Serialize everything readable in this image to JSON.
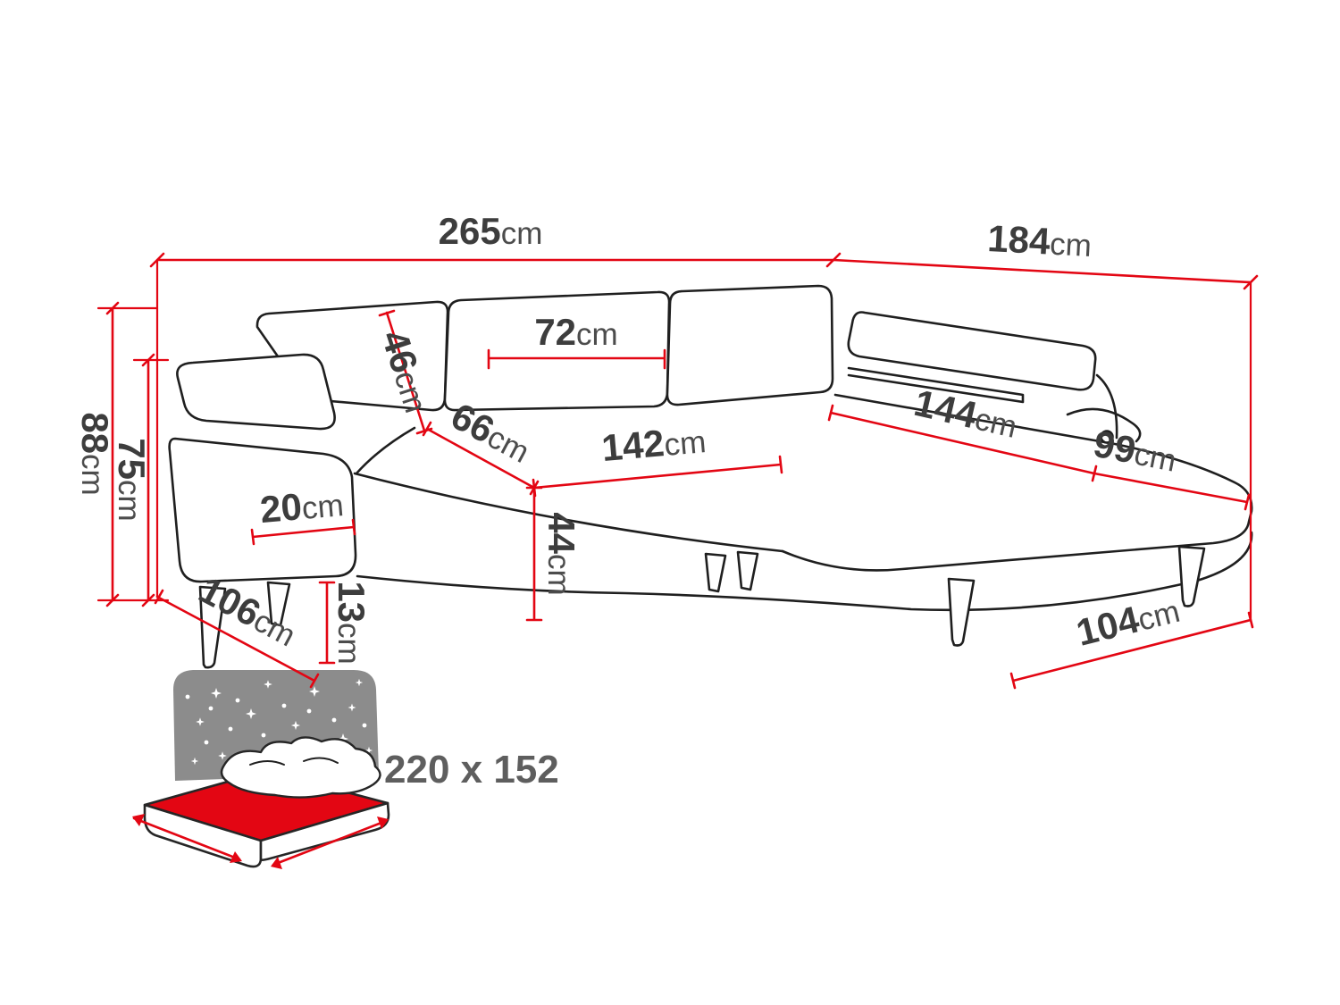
{
  "colors": {
    "accent": "#e30613",
    "line": "#1f1f1f",
    "panel": "#8c8c8c",
    "label": "#3d3d3d",
    "sleep": "#5e5e5e"
  },
  "dimensions": {
    "total_width": {
      "value": "265",
      "unit": "cm"
    },
    "total_depth": {
      "value": "184",
      "unit": "cm"
    },
    "total_height": {
      "value": "88",
      "unit": "cm"
    },
    "backrest_height": {
      "value": "75",
      "unit": "cm"
    },
    "back_cushion_height": {
      "value": "46",
      "unit": "cm"
    },
    "back_cushion_width": {
      "value": "72",
      "unit": "cm"
    },
    "seat_depth": {
      "value": "66",
      "unit": "cm"
    },
    "seat_width": {
      "value": "142",
      "unit": "cm"
    },
    "chaise_length": {
      "value": "144",
      "unit": "cm"
    },
    "chaise_width": {
      "value": "99",
      "unit": "cm"
    },
    "armrest_width": {
      "value": "20",
      "unit": "cm"
    },
    "seat_height": {
      "value": "44",
      "unit": "cm"
    },
    "leg_height": {
      "value": "13",
      "unit": "cm"
    },
    "side_depth": {
      "value": "106",
      "unit": "cm"
    },
    "chaise_outer_width": {
      "value": "104",
      "unit": "cm"
    }
  },
  "sleeping_area": {
    "size": "220 x 152"
  }
}
